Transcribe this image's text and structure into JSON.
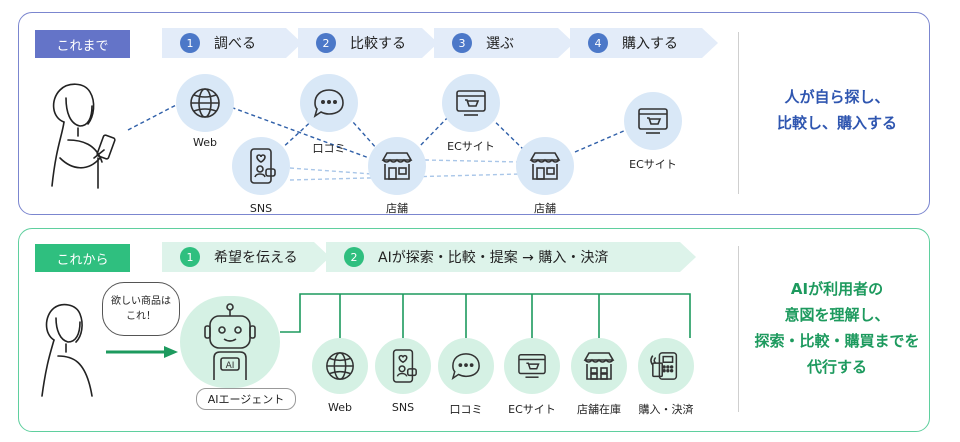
{
  "before": {
    "tag": "これまで",
    "steps": [
      {
        "num": "1",
        "label": "調べる"
      },
      {
        "num": "2",
        "label": "比較する"
      },
      {
        "num": "3",
        "label": "選ぶ"
      },
      {
        "num": "4",
        "label": "購入する"
      }
    ],
    "nodes": {
      "web": "Web",
      "sns": "SNS",
      "review": "口コミ",
      "ec1": "ECサイト",
      "store1": "店舗",
      "store2": "店舗",
      "ec2": "ECサイト"
    },
    "headline_line1": "人が自ら探し、",
    "headline_line2": "比較し、購入する"
  },
  "after": {
    "tag": "これから",
    "steps": [
      {
        "num": "1",
        "label": "希望を伝える"
      },
      {
        "num": "2",
        "label": "AIが探索・比較・提案 → 購入・決済"
      }
    ],
    "bubble_line1": "欲しい商品は",
    "bubble_line2": "これ！",
    "ai_label": "AIエージェント",
    "robot_text": "AI",
    "nodes": {
      "web": "Web",
      "sns": "SNS",
      "review": "口コミ",
      "ec": "ECサイト",
      "stock": "店舗在庫",
      "pay": "購入・決済"
    },
    "headline_line1": "AIが利用者の",
    "headline_line2": "意図を理解し、",
    "headline_line3": "探索・比較・購買までを",
    "headline_line4": "代行する"
  },
  "colors": {
    "blue_accent": "#4c78c8",
    "green_accent": "#2fbf7f",
    "panel_top": "#7b86cf",
    "panel_bottom": "#5fcf9e"
  }
}
